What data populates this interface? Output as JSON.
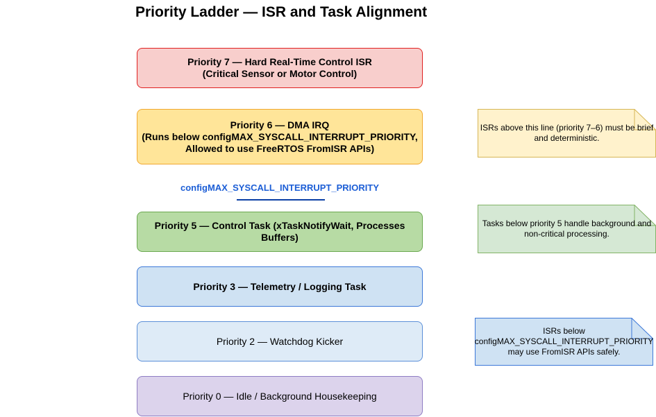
{
  "title": "Priority Ladder — ISR and Task Alignment",
  "levels": [
    {
      "lines": [
        "Priority 7 — Hard Real-Time Control ISR",
        "(Critical Sensor or Motor Control)"
      ],
      "fill": "#f8cecc",
      "stroke": "#e01f1f",
      "bold": true
    },
    {
      "lines": [
        "Priority 6 — DMA IRQ",
        "(Runs below configMAX_SYSCALL_INTERRUPT_PRIORITY,",
        "Allowed to use FreeRTOS FromISR APIs)"
      ],
      "fill": "#ffe599",
      "stroke": "#f0a830",
      "bold": true
    },
    {
      "lines": [
        "Priority 5 — Control Task (xTaskNotifyWait, Processes",
        "Buffers)"
      ],
      "fill": "#b7dba4",
      "stroke": "#6aa84f",
      "bold": true
    },
    {
      "lines": [
        "Priority 3 — Telemetry / Logging Task"
      ],
      "fill": "#cfe2f3",
      "stroke": "#3c78d8",
      "bold": true
    },
    {
      "lines": [
        "Priority 2 — Watchdog Kicker"
      ],
      "fill": "#deebf7",
      "stroke": "#5b8fd8",
      "bold": false
    },
    {
      "lines": [
        "Priority 0 — Idle / Background Housekeeping"
      ],
      "fill": "#dcd3ec",
      "stroke": "#8e7cc3",
      "bold": false
    }
  ],
  "threshold": {
    "label": "configMAX_SYSCALL_INTERRUPT_PRIORITY",
    "color": "#1c5ed6"
  },
  "notes": [
    {
      "lines": [
        "ISRs above this line (priority 7–6) must be brief",
        "and deterministic."
      ],
      "fill": "#fff2cc",
      "stroke": "#d6b656"
    },
    {
      "lines": [
        "Tasks below priority 5 handle background and",
        "non-critical processing."
      ],
      "fill": "#d5e8d4",
      "stroke": "#82b366"
    },
    {
      "lines": [
        "ISRs below",
        "configMAX_SYSCALL_INTERRUPT_PRIORITY",
        "may use FromISR APIs safely."
      ],
      "fill": "#cfe2f3",
      "stroke": "#3c78d8"
    }
  ]
}
